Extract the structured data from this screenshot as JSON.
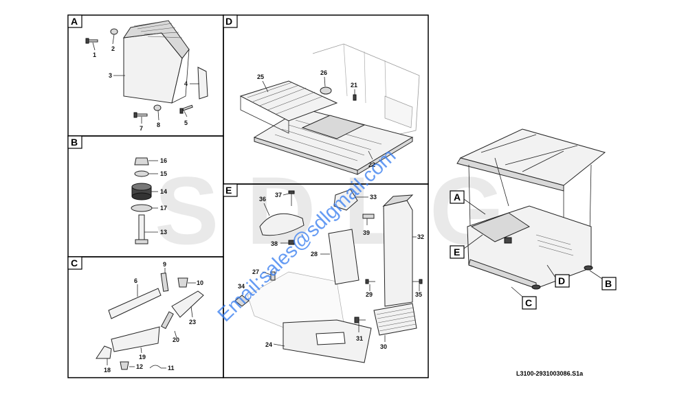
{
  "sections": {
    "A": {
      "label": "A",
      "callouts": [
        "1",
        "2",
        "3",
        "4",
        "5",
        "7",
        "8"
      ]
    },
    "B": {
      "label": "B",
      "callouts": [
        "16",
        "15",
        "14",
        "17",
        "13"
      ]
    },
    "C": {
      "label": "C",
      "callouts": [
        "6",
        "9",
        "10",
        "23",
        "20",
        "19",
        "18",
        "12",
        "11"
      ]
    },
    "D": {
      "label": "D",
      "callouts": [
        "25",
        "26",
        "21",
        "22"
      ]
    },
    "E": {
      "label": "E",
      "callouts": [
        "37",
        "33",
        "36",
        "39",
        "32",
        "38",
        "28",
        "27",
        "34",
        "29",
        "35",
        "31",
        "24",
        "30"
      ]
    }
  },
  "overview": {
    "labels": [
      "A",
      "E",
      "D",
      "B",
      "C"
    ]
  },
  "watermark": {
    "text": "Email:sales@sdlgmail.com",
    "bg_text": "SDLG"
  },
  "drawing_ref": "L3100-2931003086.S1a"
}
